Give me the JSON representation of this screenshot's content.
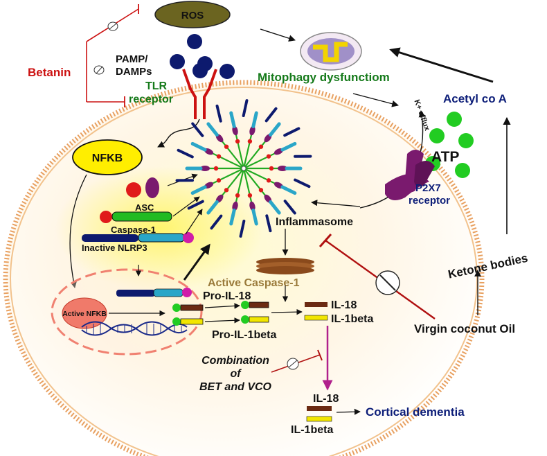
{
  "labels": {
    "ros": "ROS",
    "pamp_line1": "PAMP/",
    "pamp_line2": "DAMPs",
    "betanin": "Betanin",
    "tlr_line1": "TLR",
    "tlr_line2": "receptor",
    "mitophagy": "Mitophagy dysfunctiom",
    "acetyl_coa": "Acetyl co A",
    "k_efflux": "K+ efflux",
    "atp": "ATP",
    "p2x7_line1": "P2X7",
    "p2x7_line2": "receptor",
    "nfkb": "NFKB",
    "asc": "ASC",
    "caspase1": "Caspase-1",
    "inactive_nlrp3": "Inactive NLRP3",
    "inflammasome": "Inflammasome",
    "ketone_bodies": "Ketone bodies",
    "active_caspase1": "Active Caspase-1",
    "pro_il18": "Pro-IL-18",
    "active_nfkb": "Active NFKB",
    "il18": "IL-18",
    "il1beta": "IL-1beta",
    "pro_il1beta": "Pro-IL-1beta",
    "virgin_coconut_oil": "Virgin coconut Oil",
    "combination_line1": "Combination",
    "combination_line2": "of",
    "combination_line3": "BET and VCO",
    "il18_bottom": "IL-18",
    "il1beta_bottom": "IL-1beta",
    "cortical_dementia": "Cortical dementia"
  },
  "colors": {
    "ros_fill": "#6b6420",
    "inhibitor_red": "#cc1111",
    "green_label": "#157a1a",
    "navy_label": "#0c1d78",
    "dark_navy": "#0d1a6e",
    "purple": "#7a1a6e",
    "caspase_label": "#9a7a3a",
    "cell_border": "#e8a060",
    "nfkb_yellow": "#ffee00",
    "atp_green": "#22cc22",
    "il18_brown": "#6b2a12",
    "il1beta_yellow": "#f2e600",
    "arrow_magenta": "#b0208c"
  }
}
